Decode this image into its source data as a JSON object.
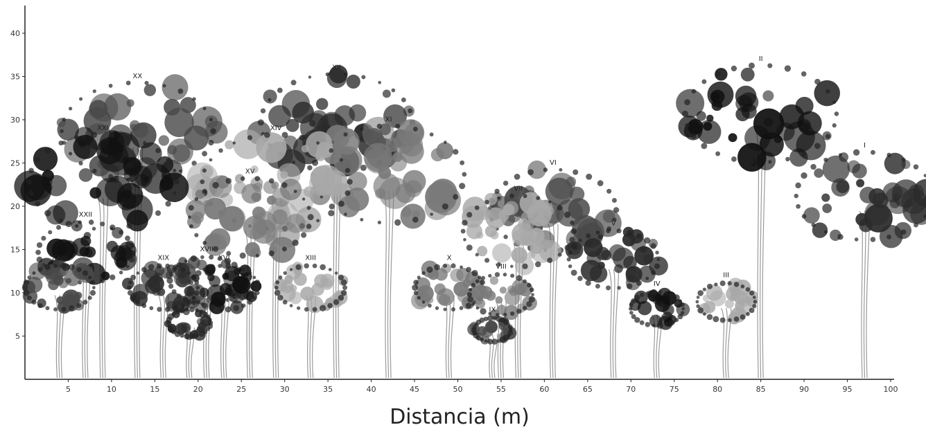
{
  "chart_data": {
    "type": "scatter",
    "title": "",
    "xlabel": "Distancia (m)",
    "ylabel": "",
    "xlim": [
      0,
      100
    ],
    "ylim": [
      0,
      40
    ],
    "x_ticks": [
      "5",
      "10",
      "15",
      "20",
      "25",
      "30",
      "35",
      "40",
      "45",
      "50",
      "55",
      "60",
      "65",
      "70",
      "75",
      "80",
      "85",
      "90",
      "95",
      "100"
    ],
    "y_ticks": [
      "5",
      "10",
      "15",
      "20",
      "25",
      "30",
      "35",
      "40"
    ],
    "trees": [
      {
        "label": "I",
        "x": 97,
        "height": 26
      },
      {
        "label": "II",
        "x": 85,
        "height": 36
      },
      {
        "label": "III",
        "x": 81,
        "height": 11
      },
      {
        "label": "IV",
        "x": 73,
        "height": 10
      },
      {
        "label": "V",
        "x": 68,
        "height": 17
      },
      {
        "label": "VI",
        "x": 61,
        "height": 24
      },
      {
        "label": "VII",
        "x": 57,
        "height": 21
      },
      {
        "label": "VIII",
        "x": 55,
        "height": 12
      },
      {
        "label": "IX",
        "x": 54,
        "height": 7
      },
      {
        "label": "X",
        "x": 49,
        "height": 13
      },
      {
        "label": "XI",
        "x": 42,
        "height": 29
      },
      {
        "label": "XII",
        "x": 36,
        "height": 35
      },
      {
        "label": "XIII",
        "x": 33,
        "height": 13
      },
      {
        "label": "XIV",
        "x": 29,
        "height": 28
      },
      {
        "label": "XV",
        "x": 26,
        "height": 23
      },
      {
        "label": "XVI",
        "x": 23,
        "height": 13
      },
      {
        "label": "XVII",
        "x": 21,
        "height": 14
      },
      {
        "label": "XVIII",
        "x": 19,
        "height": 8
      },
      {
        "label": "XIX",
        "x": 16,
        "height": 13
      },
      {
        "label": "XX",
        "x": 13,
        "height": 34
      },
      {
        "label": "XXI",
        "x": 9,
        "height": 28
      },
      {
        "label": "XXII",
        "x": 7,
        "height": 18
      },
      {
        "label": "XXIII",
        "x": 4,
        "height": 13
      }
    ]
  }
}
